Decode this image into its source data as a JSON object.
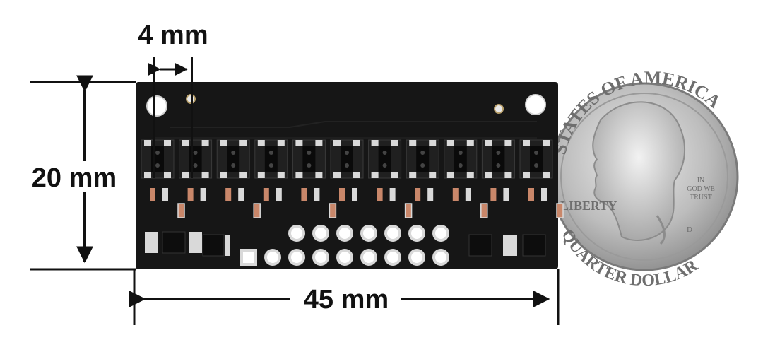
{
  "dimensions": {
    "sensor_pitch": "4 mm",
    "board_height": "20 mm",
    "board_width": "45 mm"
  },
  "coin": {
    "top_text": "STATES OF AMERICA",
    "bottom_text": "QUARTER DOLLAR",
    "side_text": "LIBERTY",
    "motto": [
      "IN",
      "GOD WE",
      "TRUST"
    ],
    "mint_mark": "D"
  },
  "colors": {
    "background": "#ffffff",
    "pcb": "#161616",
    "dimension_lines": "#111111",
    "coin_silver": "#c9c9c9",
    "pads": "#d9d9d9"
  }
}
